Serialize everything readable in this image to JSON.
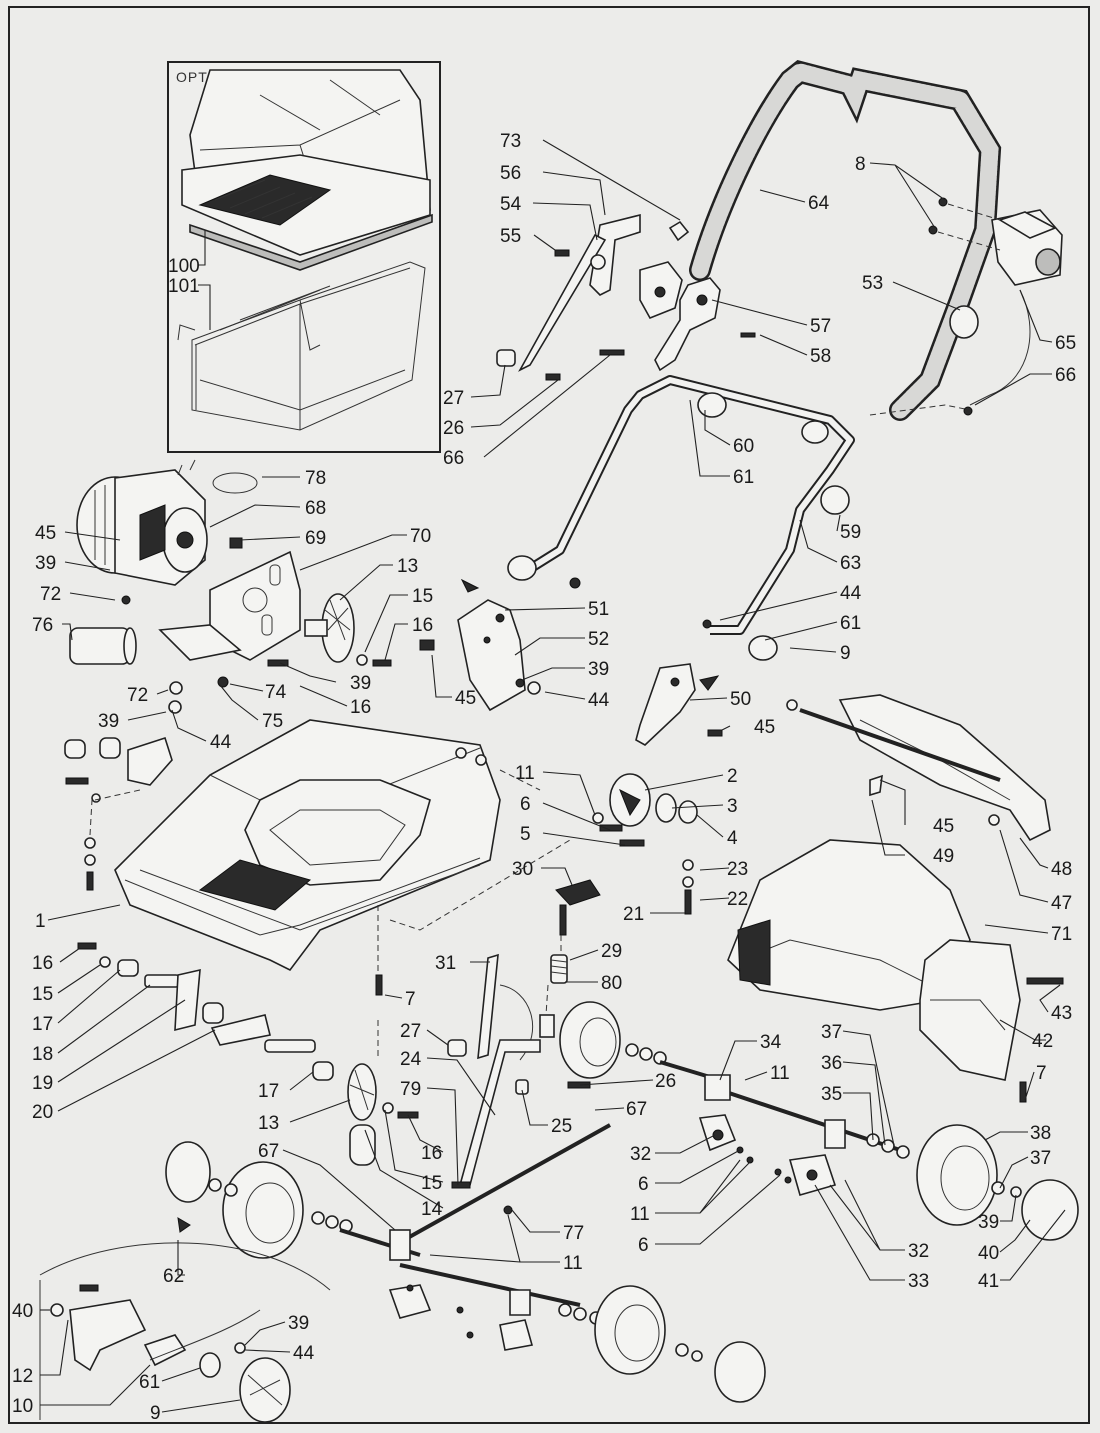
{
  "diagram": {
    "optional_label": "OPTIONAL",
    "callouts": [
      {
        "id": "c73",
        "text": "73"
      },
      {
        "id": "c56",
        "text": "56"
      },
      {
        "id": "c54",
        "text": "54"
      },
      {
        "id": "c55",
        "text": "55"
      },
      {
        "id": "c64",
        "text": "64"
      },
      {
        "id": "c8",
        "text": "8"
      },
      {
        "id": "c53",
        "text": "53"
      },
      {
        "id": "c57",
        "text": "57"
      },
      {
        "id": "c58",
        "text": "58"
      },
      {
        "id": "c65",
        "text": "65"
      },
      {
        "id": "c66a",
        "text": "66"
      },
      {
        "id": "c27a",
        "text": "27"
      },
      {
        "id": "c26a",
        "text": "26"
      },
      {
        "id": "c66b",
        "text": "66"
      },
      {
        "id": "c60",
        "text": "60"
      },
      {
        "id": "c61a",
        "text": "61"
      },
      {
        "id": "c100",
        "text": "100"
      },
      {
        "id": "c101",
        "text": "101"
      },
      {
        "id": "c78",
        "text": "78"
      },
      {
        "id": "c68",
        "text": "68"
      },
      {
        "id": "c45a",
        "text": "45"
      },
      {
        "id": "c69",
        "text": "69"
      },
      {
        "id": "c39a",
        "text": "39"
      },
      {
        "id": "c70",
        "text": "70"
      },
      {
        "id": "c72a",
        "text": "72"
      },
      {
        "id": "c13a",
        "text": "13"
      },
      {
        "id": "c15a",
        "text": "15"
      },
      {
        "id": "c76",
        "text": "76"
      },
      {
        "id": "c16a",
        "text": "16"
      },
      {
        "id": "c39b",
        "text": "39"
      },
      {
        "id": "c72b",
        "text": "72"
      },
      {
        "id": "c74",
        "text": "74"
      },
      {
        "id": "c16b",
        "text": "16"
      },
      {
        "id": "c39c",
        "text": "39"
      },
      {
        "id": "c75",
        "text": "75"
      },
      {
        "id": "c44a",
        "text": "44"
      },
      {
        "id": "c59",
        "text": "59"
      },
      {
        "id": "c63",
        "text": "63"
      },
      {
        "id": "c44b",
        "text": "44"
      },
      {
        "id": "c51",
        "text": "51"
      },
      {
        "id": "c61b",
        "text": "61"
      },
      {
        "id": "c52",
        "text": "52"
      },
      {
        "id": "c9a",
        "text": "9"
      },
      {
        "id": "c39d",
        "text": "39"
      },
      {
        "id": "c45b",
        "text": "45"
      },
      {
        "id": "c44c",
        "text": "44"
      },
      {
        "id": "c50",
        "text": "50"
      },
      {
        "id": "c45c",
        "text": "45"
      },
      {
        "id": "c11a",
        "text": "11"
      },
      {
        "id": "c2",
        "text": "2"
      },
      {
        "id": "c6a",
        "text": "6"
      },
      {
        "id": "c3",
        "text": "3"
      },
      {
        "id": "c5",
        "text": "5"
      },
      {
        "id": "c4",
        "text": "4"
      },
      {
        "id": "c45d",
        "text": "45"
      },
      {
        "id": "c23",
        "text": "23"
      },
      {
        "id": "c49",
        "text": "49"
      },
      {
        "id": "c30",
        "text": "30"
      },
      {
        "id": "c48",
        "text": "48"
      },
      {
        "id": "c22",
        "text": "22"
      },
      {
        "id": "c21",
        "text": "21"
      },
      {
        "id": "c47",
        "text": "47"
      },
      {
        "id": "c1",
        "text": "1"
      },
      {
        "id": "c71",
        "text": "71"
      },
      {
        "id": "c29",
        "text": "29"
      },
      {
        "id": "c16c",
        "text": "16"
      },
      {
        "id": "c31",
        "text": "31"
      },
      {
        "id": "c80",
        "text": "80"
      },
      {
        "id": "c15b",
        "text": "15"
      },
      {
        "id": "c43",
        "text": "43"
      },
      {
        "id": "c7a",
        "text": "7"
      },
      {
        "id": "c17a",
        "text": "17"
      },
      {
        "id": "c27b",
        "text": "27"
      },
      {
        "id": "c37a",
        "text": "37"
      },
      {
        "id": "c18",
        "text": "18"
      },
      {
        "id": "c42",
        "text": "42"
      },
      {
        "id": "c34",
        "text": "34"
      },
      {
        "id": "c36",
        "text": "36"
      },
      {
        "id": "c19",
        "text": "19"
      },
      {
        "id": "c24",
        "text": "24"
      },
      {
        "id": "c11b",
        "text": "11"
      },
      {
        "id": "c7b",
        "text": "7"
      },
      {
        "id": "c26b",
        "text": "26"
      },
      {
        "id": "c35",
        "text": "35"
      },
      {
        "id": "c20",
        "text": "20"
      },
      {
        "id": "c79",
        "text": "79"
      },
      {
        "id": "c17b",
        "text": "17"
      },
      {
        "id": "c67a",
        "text": "67"
      },
      {
        "id": "c25",
        "text": "25"
      },
      {
        "id": "c13b",
        "text": "13"
      },
      {
        "id": "c38",
        "text": "38"
      },
      {
        "id": "c32a",
        "text": "32"
      },
      {
        "id": "c16d",
        "text": "16"
      },
      {
        "id": "c37b",
        "text": "37"
      },
      {
        "id": "c67b",
        "text": "67"
      },
      {
        "id": "c15c",
        "text": "15"
      },
      {
        "id": "c6b",
        "text": "6"
      },
      {
        "id": "c11c",
        "text": "11"
      },
      {
        "id": "c39e",
        "text": "39"
      },
      {
        "id": "c14",
        "text": "14"
      },
      {
        "id": "c77",
        "text": "77"
      },
      {
        "id": "c6c",
        "text": "6"
      },
      {
        "id": "c40a",
        "text": "40"
      },
      {
        "id": "c32b",
        "text": "32"
      },
      {
        "id": "c62",
        "text": "62"
      },
      {
        "id": "c11d",
        "text": "11"
      },
      {
        "id": "c33",
        "text": "33"
      },
      {
        "id": "c41",
        "text": "41"
      },
      {
        "id": "c39f",
        "text": "39"
      },
      {
        "id": "c40b",
        "text": "40"
      },
      {
        "id": "c44d",
        "text": "44"
      },
      {
        "id": "c12",
        "text": "12"
      },
      {
        "id": "c61c",
        "text": "61"
      },
      {
        "id": "c10",
        "text": "10"
      },
      {
        "id": "c9b",
        "text": "9"
      }
    ]
  }
}
